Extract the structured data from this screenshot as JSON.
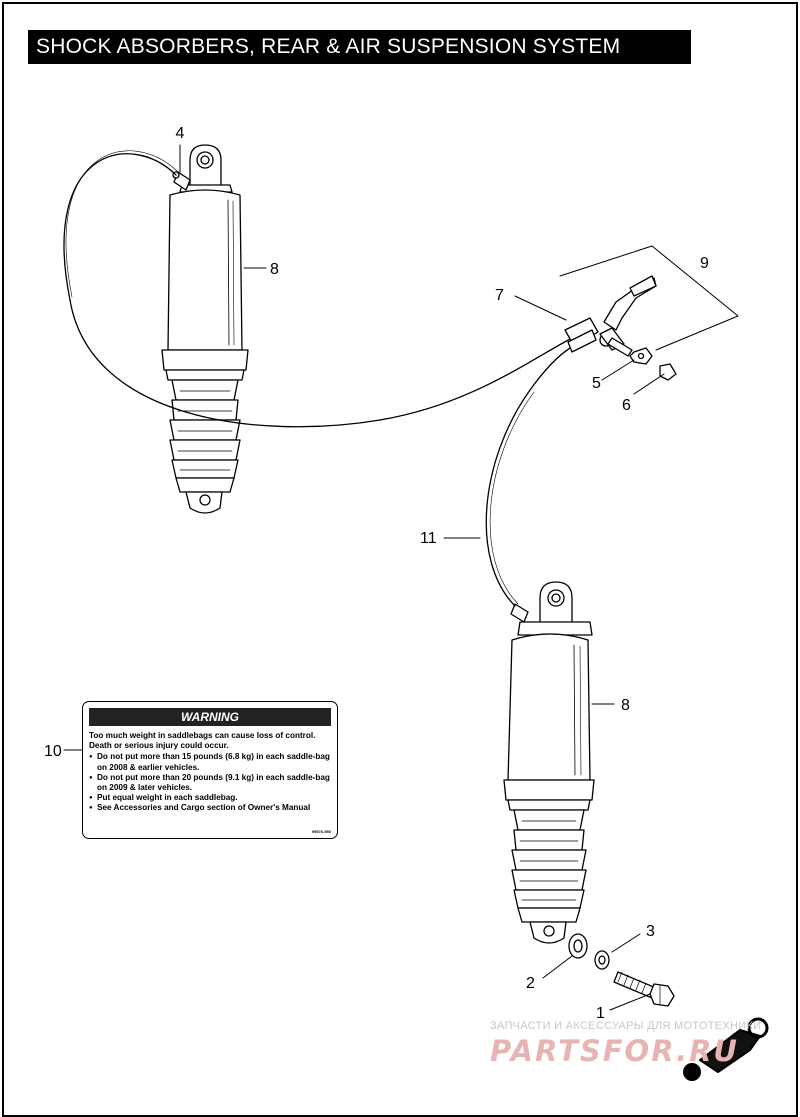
{
  "title": "SHOCK ABSORBERS, REAR & AIR SUSPENSION SYSTEM",
  "callouts": {
    "c1": "1",
    "c2": "2",
    "c3": "3",
    "c4": "4",
    "c5": "5",
    "c6": "6",
    "c7": "7",
    "c8a": "8",
    "c8b": "8",
    "c9": "9",
    "c10": "10",
    "c11": "11"
  },
  "warning_label": {
    "heading": "WARNING",
    "intro": "Too much weight in saddlebags can cause loss of control. Death or serious injury could occur.",
    "bullets": [
      "Do not put more than 15 pounds (6.8 kg) in each saddle-bag on 2008 & earlier vehicles.",
      "Do not put more than 20 pounds (9.1 kg) in each saddle-bag on 2009 & later vehicles.",
      "Put equal weight in each saddlebag.",
      "See Accessories and Cargo section of Owner's Manual"
    ],
    "code": "99576-950"
  },
  "watermark": {
    "caption": "ЗАПЧАСТИ И АКСЕССУАРЫ ДЛЯ МОТОТЕХНИКИ",
    "brand": "PARTSFOR.RU"
  },
  "colors": {
    "ink": "#000000",
    "title_bg": "#000000",
    "title_fg": "#ffffff",
    "watermark": "#e8b3b3"
  }
}
